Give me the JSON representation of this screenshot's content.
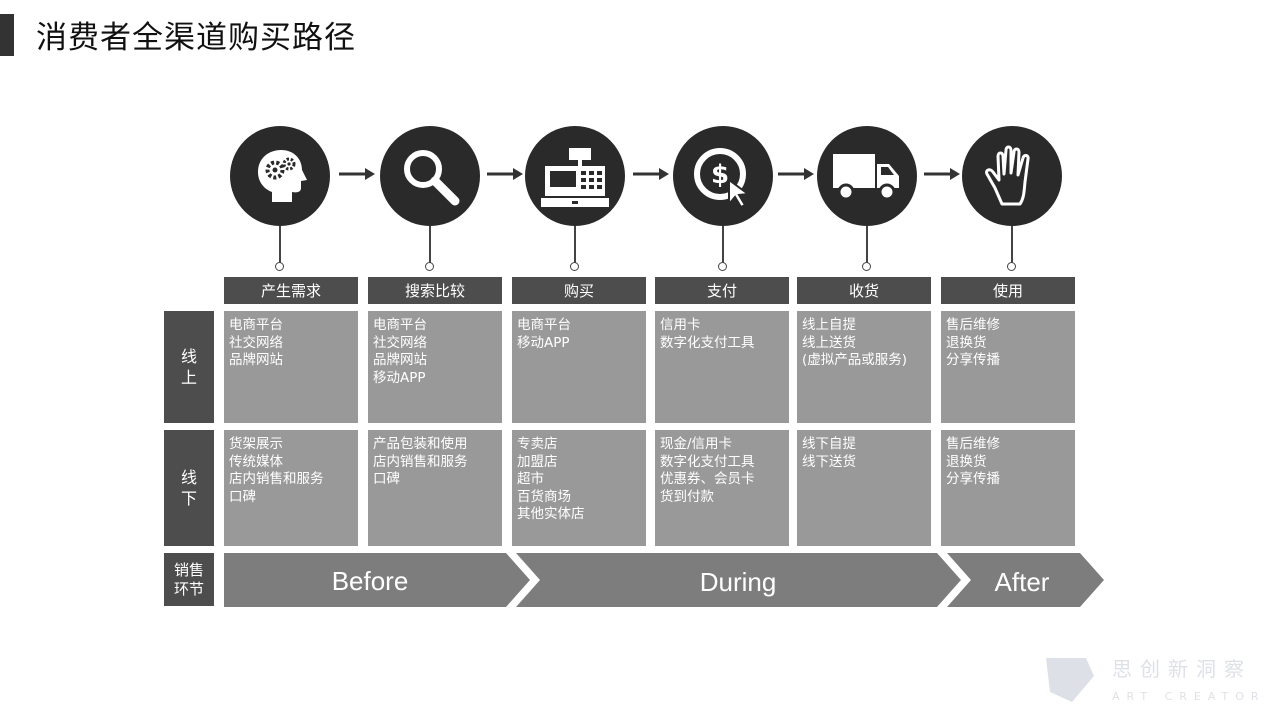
{
  "title": "消费者全渠道购买路径",
  "stages": [
    {
      "label": "产生需求",
      "icon": "head-gears-icon"
    },
    {
      "label": "搜索比较",
      "icon": "magnifier-icon"
    },
    {
      "label": "购买",
      "icon": "cash-register-icon"
    },
    {
      "label": "支付",
      "icon": "dollar-click-icon"
    },
    {
      "label": "收货",
      "icon": "delivery-truck-icon"
    },
    {
      "label": "使用",
      "icon": "hand-icon"
    }
  ],
  "rows": [
    {
      "label": "线\n上",
      "cells": [
        [
          "电商平台",
          "社交网络",
          "品牌网站"
        ],
        [
          "电商平台",
          "社交网络",
          "品牌网站",
          "移动APP"
        ],
        [
          "电商平台",
          "移动APP"
        ],
        [
          "信用卡",
          "数字化支付工具"
        ],
        [
          "线上自提",
          "线上送货",
          "(虚拟产品或服务)"
        ],
        [
          "售后维修",
          "退换货",
          "分享传播"
        ]
      ]
    },
    {
      "label": "线\n下",
      "cells": [
        [
          "货架展示",
          "传统媒体",
          "店内销售和服务",
          "口碑"
        ],
        [
          "产品包装和使用",
          "店内销售和服务",
          "口碑"
        ],
        [
          "专卖店",
          "加盟店",
          "超市",
          "百货商场",
          "其他实体店"
        ],
        [
          "现金/信用卡",
          "数字化支付工具",
          "优惠券、会员卡",
          "货到付款"
        ],
        [
          "线下自提",
          "线下送货"
        ],
        [
          "售后维修",
          "退换货",
          "分享传播"
        ]
      ]
    }
  ],
  "phase_row_label": "销售\n环节",
  "phases": [
    "Before",
    "During",
    "After"
  ],
  "watermark_text": "思创新洞察",
  "watermark_subtext": "ART CREATOR",
  "colors": {
    "dark": "#2a2a2a",
    "header": "#4d4d4d",
    "cell": "#999999",
    "phase": "#777777"
  }
}
